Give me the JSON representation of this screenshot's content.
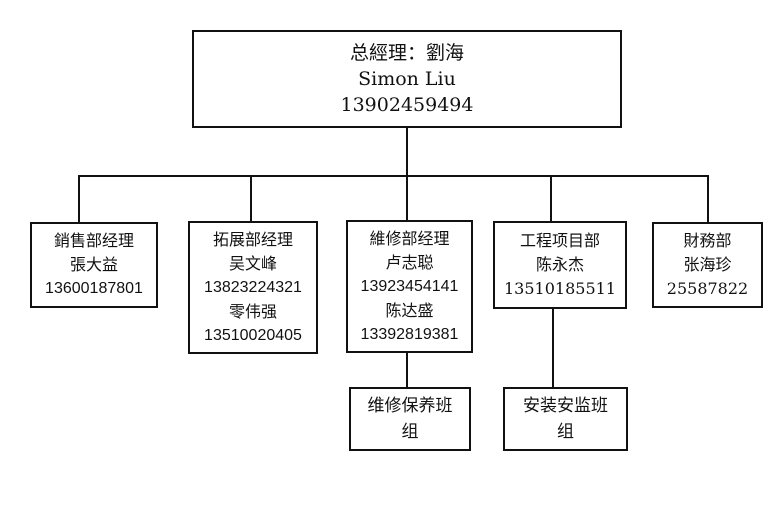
{
  "top": {
    "title": "总經理：劉海",
    "english_name": "Simon Liu",
    "phone": "13902459494"
  },
  "departments": [
    {
      "title": "銷售部经理",
      "people": [
        "張大益",
        "13600187801"
      ]
    },
    {
      "title": "拓展部经理",
      "people": [
        "吴文峰",
        "13823224321",
        "零伟强",
        "13510020405"
      ]
    },
    {
      "title": "維修部经理",
      "people": [
        "卢志聪",
        "13923454141",
        "陈达盛",
        "13392819381"
      ]
    },
    {
      "title": "工程项目部",
      "people": [
        "陈永杰",
        "13510185511"
      ]
    },
    {
      "title": "財務部",
      "people": [
        "张海珍",
        "25587822"
      ]
    }
  ],
  "sub_units": [
    {
      "lines": [
        "维修保养班",
        "组"
      ]
    },
    {
      "lines": [
        "安装安监班",
        "组"
      ]
    }
  ]
}
